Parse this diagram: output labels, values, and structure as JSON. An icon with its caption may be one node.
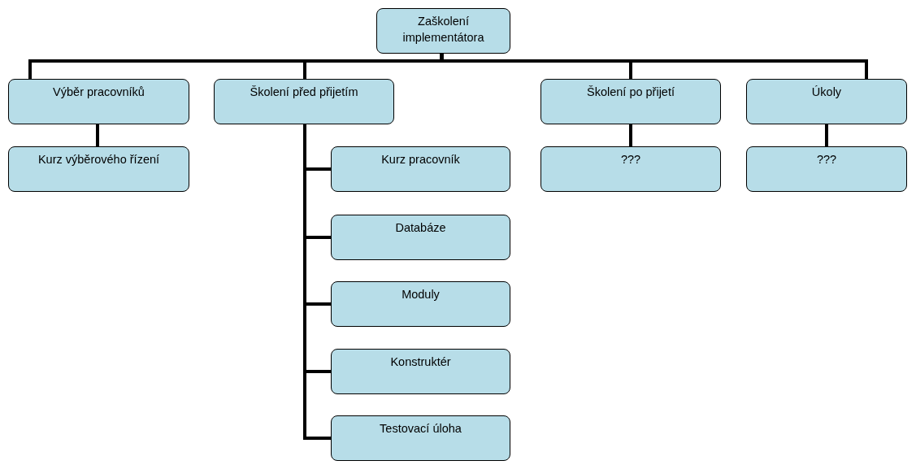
{
  "diagram": {
    "nodes": [
      {
        "text": [
          "Zaškolení implementátora"
        ]
      },
      {
        "text": [
          "Výběr pracovníků"
        ]
      },
      {
        "text": [
          "Školení před přijetím"
        ]
      },
      {
        "text": [
          "Školení po přijetí"
        ]
      },
      {
        "text": [
          "Úkoly"
        ]
      },
      {
        "text": [
          "Kurz výběrového řízení"
        ]
      },
      {
        "text": [
          "Kurz pracovník"
        ]
      },
      {
        "text": [
          "???"
        ]
      },
      {
        "text": [
          "???"
        ]
      },
      {
        "text": [
          "Databáze"
        ]
      },
      {
        "text": [
          "Moduly"
        ]
      },
      {
        "text": [
          "Konstruktér"
        ]
      },
      {
        "text": [
          "Testovací úloha"
        ]
      }
    ],
    "edges": [
      {
        "from": 0,
        "to": 1,
        "arrow": "none"
      },
      {
        "from": 0,
        "to": 2,
        "arrow": "none"
      },
      {
        "from": 0,
        "to": 3,
        "arrow": "none"
      },
      {
        "from": 0,
        "to": 4,
        "arrow": "none"
      },
      {
        "from": 1,
        "to": 5,
        "arrow": "none"
      },
      {
        "from": 2,
        "to": 6,
        "arrow": "none"
      },
      {
        "from": 2,
        "to": 9,
        "arrow": "none"
      },
      {
        "from": 2,
        "to": 10,
        "arrow": "none"
      },
      {
        "from": 2,
        "to": 11,
        "arrow": "none"
      },
      {
        "from": 2,
        "to": 12,
        "arrow": "none"
      },
      {
        "from": 3,
        "to": 7,
        "arrow": "none"
      },
      {
        "from": 4,
        "to": 8,
        "arrow": "none"
      }
    ]
  }
}
